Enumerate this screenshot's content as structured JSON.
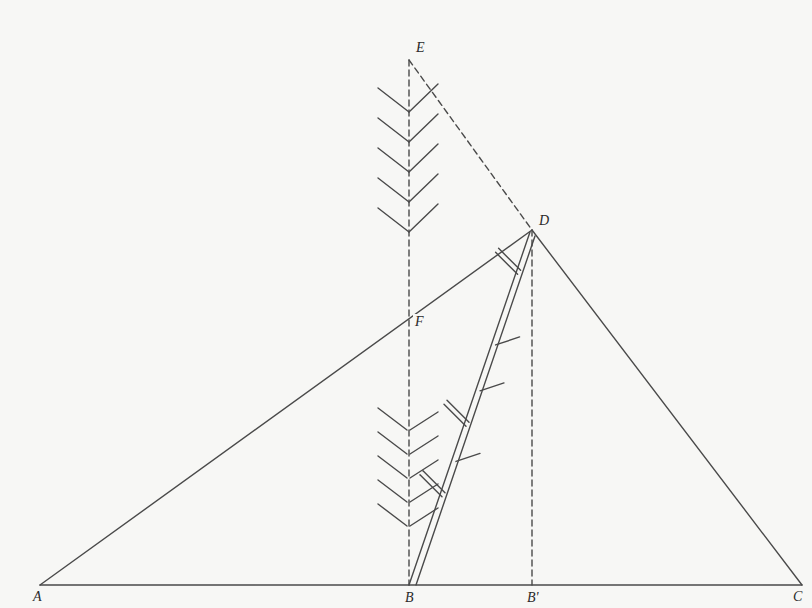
{
  "diagram": {
    "labels": [
      "E",
      "D",
      "F",
      "A",
      "B",
      "B'",
      "C"
    ]
  }
}
